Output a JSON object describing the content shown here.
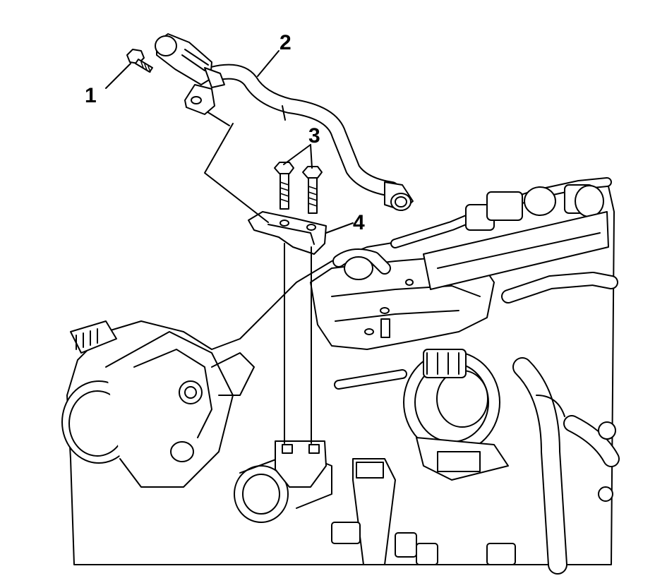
{
  "diagram": {
    "callouts": [
      {
        "id": "1",
        "text": "1"
      },
      {
        "id": "2",
        "text": "2"
      },
      {
        "id": "3",
        "text": "3"
      },
      {
        "id": "4",
        "text": "4"
      }
    ],
    "colors": {
      "line": "#000000",
      "fill": "#ffffff",
      "background": "#ffffff"
    }
  }
}
